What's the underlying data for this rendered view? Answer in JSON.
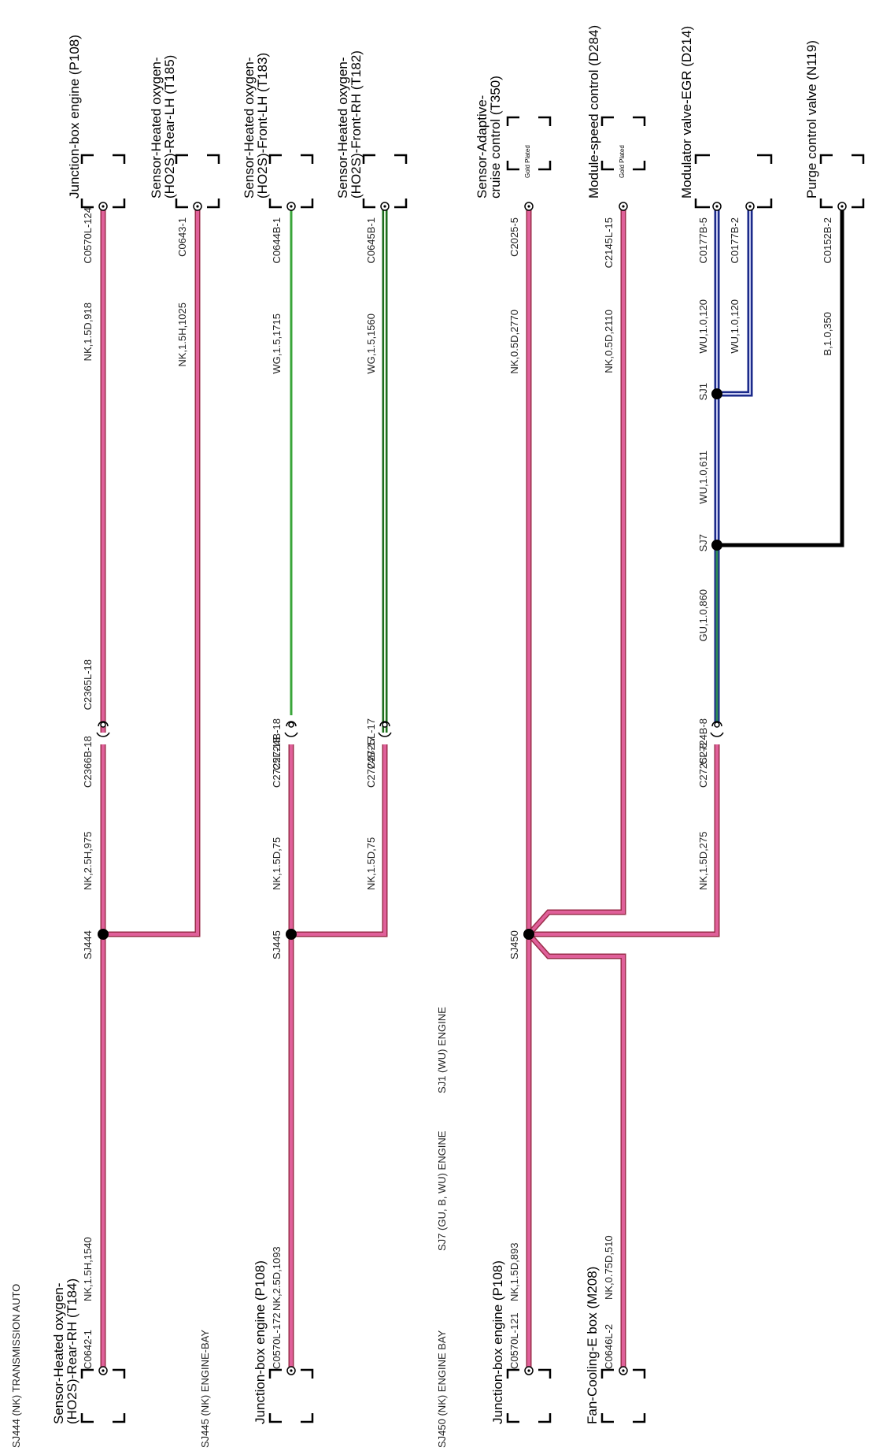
{
  "notes": [
    "SJ444 (NK) TRANSMISSION AUTO",
    "SJ445 (NK) ENGINE-BAY",
    "SJ450 (NK) ENGINE BAY",
    "SJ7 (GU, B, WU) ENGINE",
    "SJ1 (WU) ENGINE"
  ],
  "colors": {
    "NK": "#e0609a",
    "WG": "#3aa53a",
    "WU": "#2f3fbd",
    "GU": "#2e8b57",
    "B": "#000000"
  },
  "components": {
    "c1": "Junction-box engine (P108)",
    "c2a": "Sensor-Heated oxygen-",
    "c2b": "(HO2S)-Rear-LH (T185)",
    "c3a": "Sensor-Heated oxygen-",
    "c3b": "(HO2S)-Front-LH (T183)",
    "c4a": "Sensor-Heated oxygen-",
    "c4b": "(HO2S)-Front-RH (T182)",
    "c5a": "Sensor-Adaptive-",
    "c5b": "cruise control (T350)",
    "c6": "Module-speed control (D284)",
    "c7": "Modulator valve-EGR (D214)",
    "c8": "Purge control valve (N119)",
    "b1a": "Sensor-Heated oxygen-",
    "b1b": "(HO2S)-Rear-RH (T184)",
    "b2": "Junction-box engine (P108)",
    "b3": "Junction-box engine (P108)",
    "b4": "Fan-Cooling-E box (M208)",
    "gold": "Gold Plated"
  },
  "pins": {
    "p1": "C0570L-124",
    "p2": "C0643-1",
    "p3": "C0644B-1",
    "p4": "C0645B-1",
    "p5": "C2025-5",
    "p6": "C2145L-15",
    "p7": "C0177B-5",
    "p8": "C0177B-2",
    "p9": "C0152B-2",
    "q1": "C0642-1",
    "q2": "C0570L-172",
    "q3": "C0570L-121",
    "q4": "C0646L-2",
    "x1a": "C2366B-18",
    "x1b": "C2365L-18",
    "x3a": "C2725L-18",
    "x3b": "C2724B-18",
    "x4a": "C2724B-17",
    "x4b": "C2725L-17",
    "x7a": "C2725L-8",
    "x7b": "C2724B-8"
  },
  "wires": {
    "w1": "NK,1.5D,918",
    "w2": "NK,1.5H,1025",
    "w3": "WG,1.5,1715",
    "w4": "WG,1.5,1560",
    "w5": "NK,0.5D,2770",
    "w6": "NK,0.5D,2110",
    "w7a": "WU,1.0,120",
    "w7b": "WU,1.0,120",
    "w8": "B,1.0,350",
    "w9": "WU,1.0,611",
    "w10": "GU,1.0,860",
    "w11": "NK,2.5H,975",
    "w12": "NK,1.5D,75",
    "w13": "NK,1.5D,75",
    "w14": "NK,1.5D,275",
    "w15": "NK,1.5H,1540",
    "w16": "NK,2.5D,1093",
    "w17": "NK,1.5D,893",
    "w18": "NK,0.75D,510"
  },
  "splices": {
    "s1": "SJ444",
    "s2": "SJ445",
    "s3": "SJ450",
    "s4": "SJ1",
    "s5": "SJ7"
  }
}
